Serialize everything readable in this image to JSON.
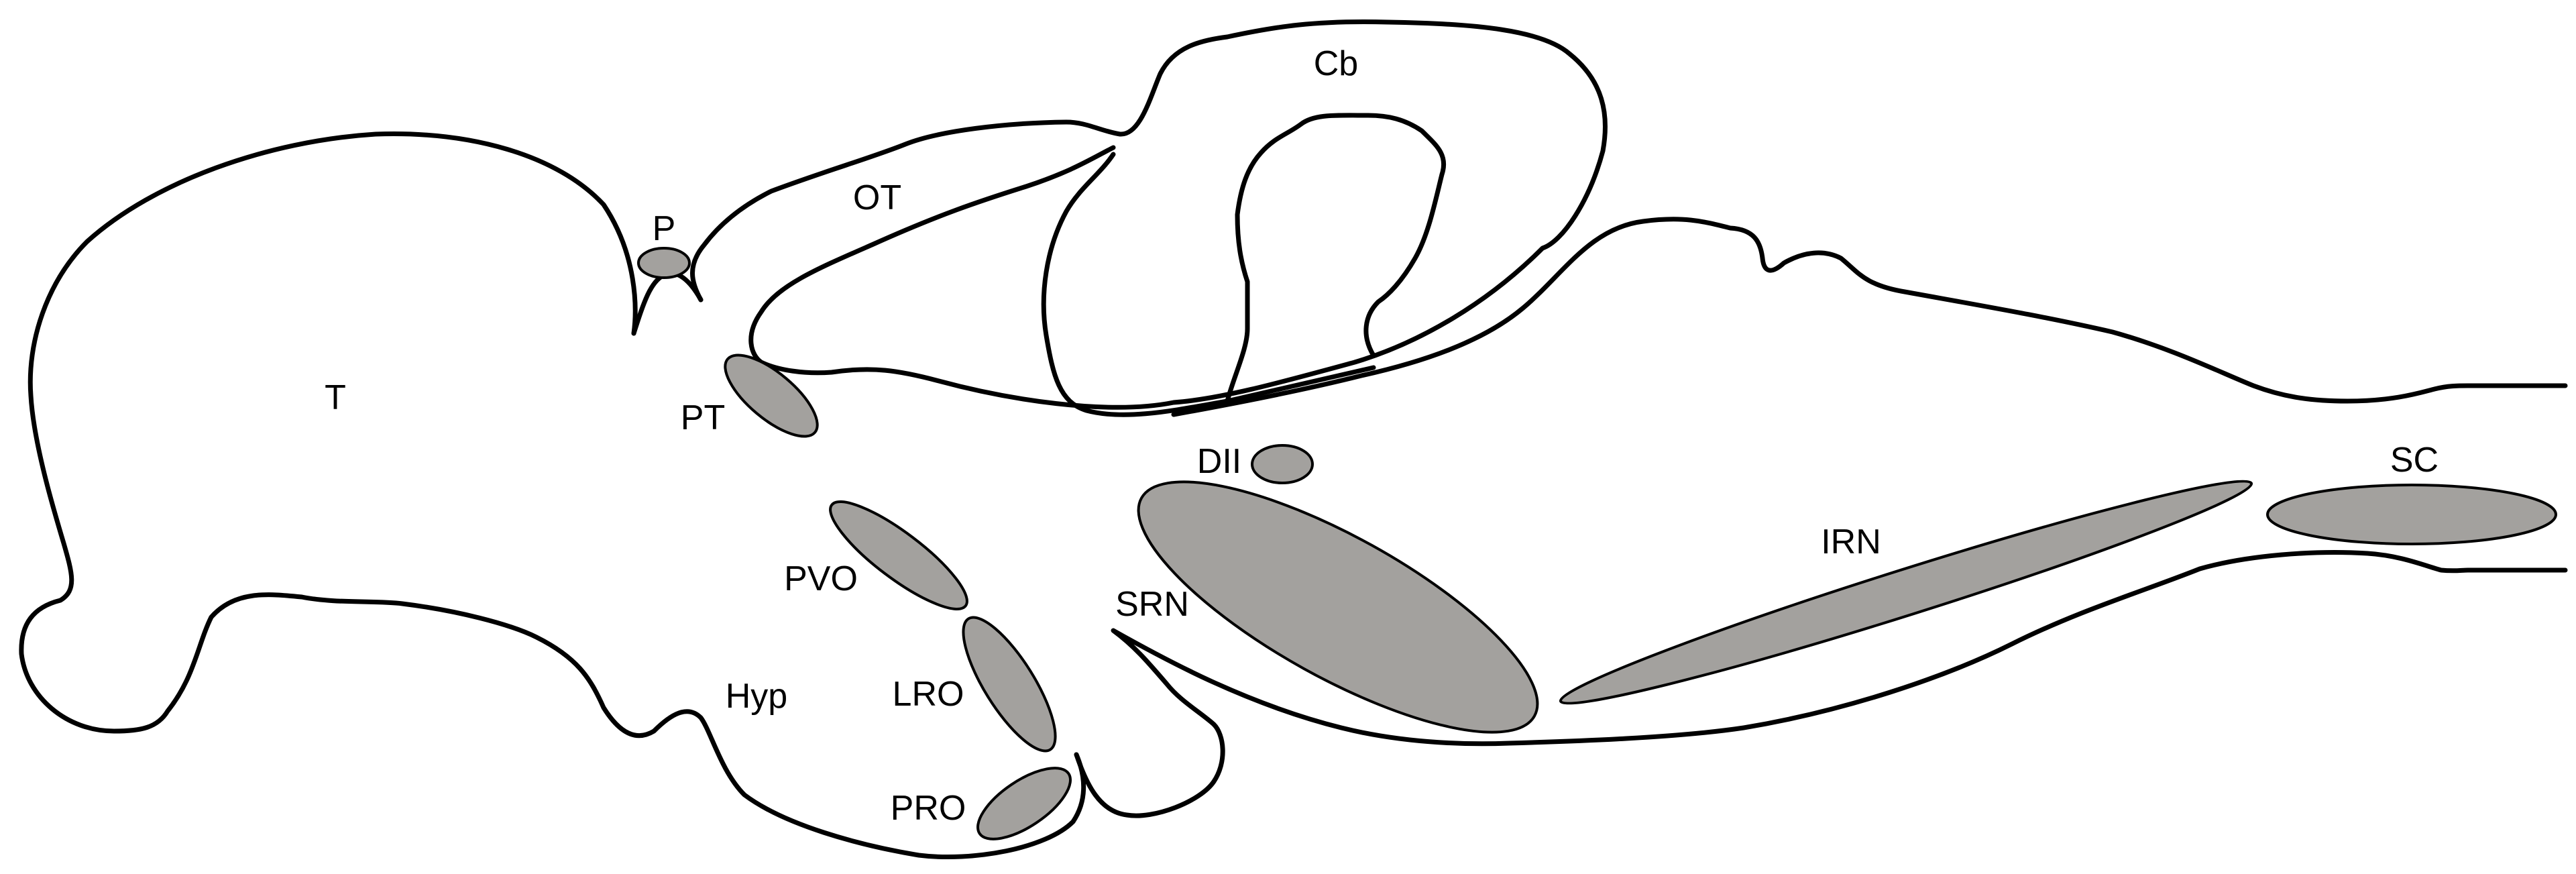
{
  "colors": {
    "outline": "#000000",
    "nucleus_fill": "#a3a19e",
    "background": "#ffffff"
  },
  "labels": {
    "cb": "Cb",
    "ot": "OT",
    "p": "P",
    "t": "T",
    "pt": "PT",
    "dii": "DII",
    "pvo": "PVO",
    "srn": "SRN",
    "lro": "LRO",
    "hyp": "Hyp",
    "pro": "PRO",
    "irn": "IRN",
    "sc": "SC"
  }
}
